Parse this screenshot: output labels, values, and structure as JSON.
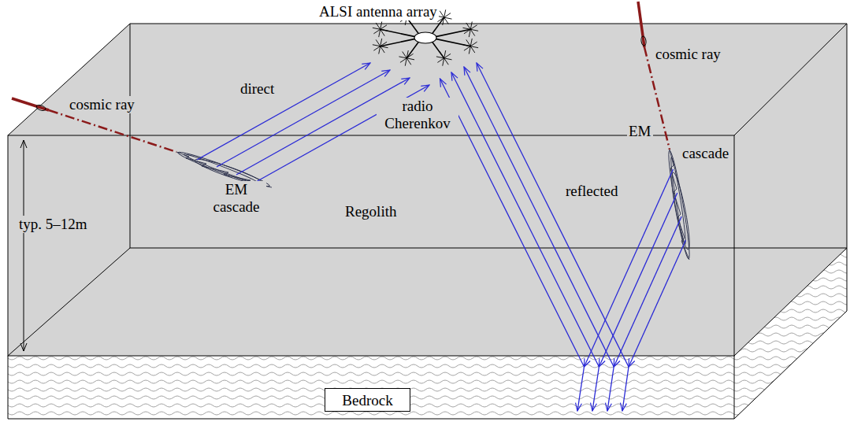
{
  "diagram": {
    "nodes": [
      {
        "text": [
          "Bedrock"
        ]
      }
    ],
    "labels": [
      "ALSI antenna array",
      "cosmic ray",
      "direct",
      "cosmic ray",
      "radio Cherenkov",
      "EM cascade",
      "Regolith",
      "reflected",
      "EM",
      "cascade",
      "typ. 5–12m"
    ]
  }
}
